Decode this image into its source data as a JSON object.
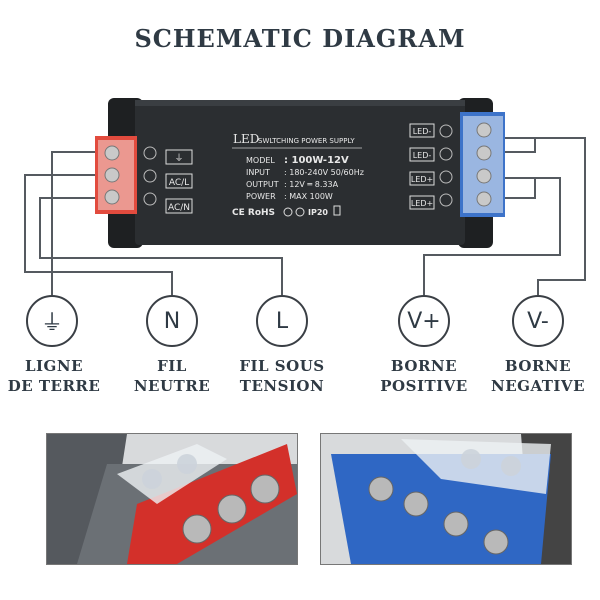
{
  "title": "SCHEMATIC DIAGRAM",
  "psu": {
    "brand_led": "LED",
    "brand_rest": "SWLTCHING POWER SUPPLY",
    "specs": [
      {
        "label": "MODEL",
        "value": ": 100W-12V"
      },
      {
        "label": "INPUT",
        "value": ": 180-240V 50/60Hz"
      },
      {
        "label": "OUTPUT",
        "value": ": 12V ═ 8.33A"
      },
      {
        "label": "POWER",
        "value": ": MAX 100W"
      }
    ],
    "cert": "CE RoHS",
    "ip": "IP20",
    "input_terminals": [
      "⏚",
      "AC/L",
      "AC/N"
    ],
    "output_terminals": [
      "LED-",
      "LED-",
      "LED+",
      "LED+"
    ]
  },
  "symbols": [
    {
      "glyph": "⏚",
      "label_line1": "LIGNE",
      "label_line2": "DE TERRE"
    },
    {
      "glyph": "N",
      "label_line1": "FIL",
      "label_line2": "NEUTRE"
    },
    {
      "glyph": "L",
      "label_line1": "FIL SOUS",
      "label_line2": "TENSION"
    },
    {
      "glyph": "V+",
      "label_line1": "BORNE",
      "label_line2": "POSITIVE"
    },
    {
      "glyph": "V-",
      "label_line1": "BORNE",
      "label_line2": "NEGATIVE"
    }
  ],
  "colors": {
    "psu_body": "#2b2e31",
    "input_block": "#e24b3e",
    "output_block": "#3d73c9",
    "wire": "#555a60"
  }
}
